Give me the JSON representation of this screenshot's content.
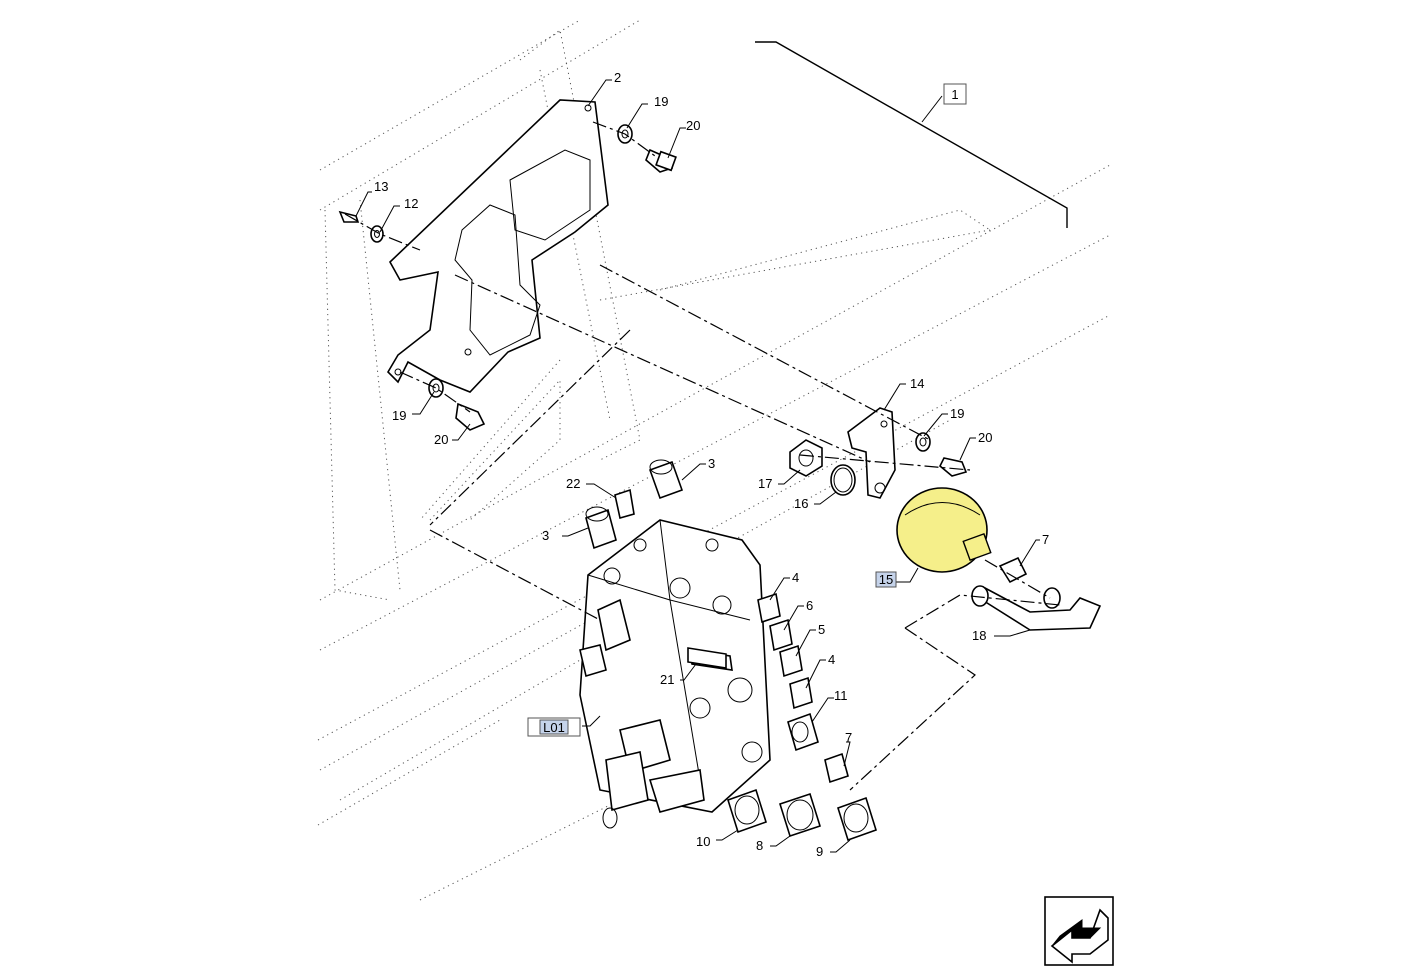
{
  "callouts": {
    "c1": "1",
    "c2": "2",
    "c3a": "3",
    "c3b": "3",
    "c4a": "4",
    "c4b": "4",
    "c5": "5",
    "c6": "6",
    "c7a": "7",
    "c7b": "7",
    "c8": "8",
    "c9": "9",
    "c10": "10",
    "c11": "11",
    "c12": "12",
    "c13": "13",
    "c14": "14",
    "c15": "15",
    "c16": "16",
    "c17": "17",
    "c18": "18",
    "c19a": "19",
    "c19b": "19",
    "c19c": "19",
    "c20a": "20",
    "c20b": "20",
    "c20c": "20",
    "c21": "21",
    "c22": "22",
    "l01": "L01"
  },
  "colors": {
    "highlight_part": "#f5ef8a",
    "label_highlight": "#c5d3ea"
  },
  "icons": {
    "nav_arrow": "arrow-down-left-icon"
  }
}
